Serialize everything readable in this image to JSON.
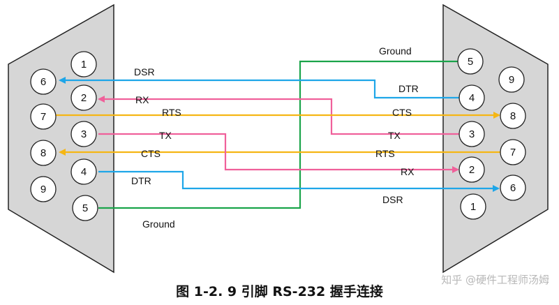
{
  "colors": {
    "connector_fill": "#d6d6d6",
    "green": "#1aa44a",
    "blue": "#1ea6e8",
    "pink": "#f0609a",
    "orange": "#f5b614"
  },
  "left_connector": {
    "pins": [
      "1",
      "2",
      "3",
      "4",
      "5",
      "6",
      "7",
      "8",
      "9"
    ]
  },
  "right_connector": {
    "pins": [
      "1",
      "2",
      "3",
      "4",
      "5",
      "6",
      "7",
      "8",
      "9"
    ]
  },
  "signals": {
    "ground_right": "Ground",
    "ground_left": "Ground",
    "dsr_left": "DSR",
    "dtr_right": "DTR",
    "rx_left": "RX",
    "rts_left": "RTS",
    "cts_right": "CTS",
    "tx_left": "TX",
    "tx_right": "TX",
    "cts_left": "CTS",
    "rts_right": "RTS",
    "rx_right": "RX",
    "dtr_left": "DTR",
    "dsr_right": "DSR"
  },
  "caption": "图 1-2. 9 引脚 RS-232 握手连接",
  "watermark": "知乎 @硬件工程师汤姆"
}
